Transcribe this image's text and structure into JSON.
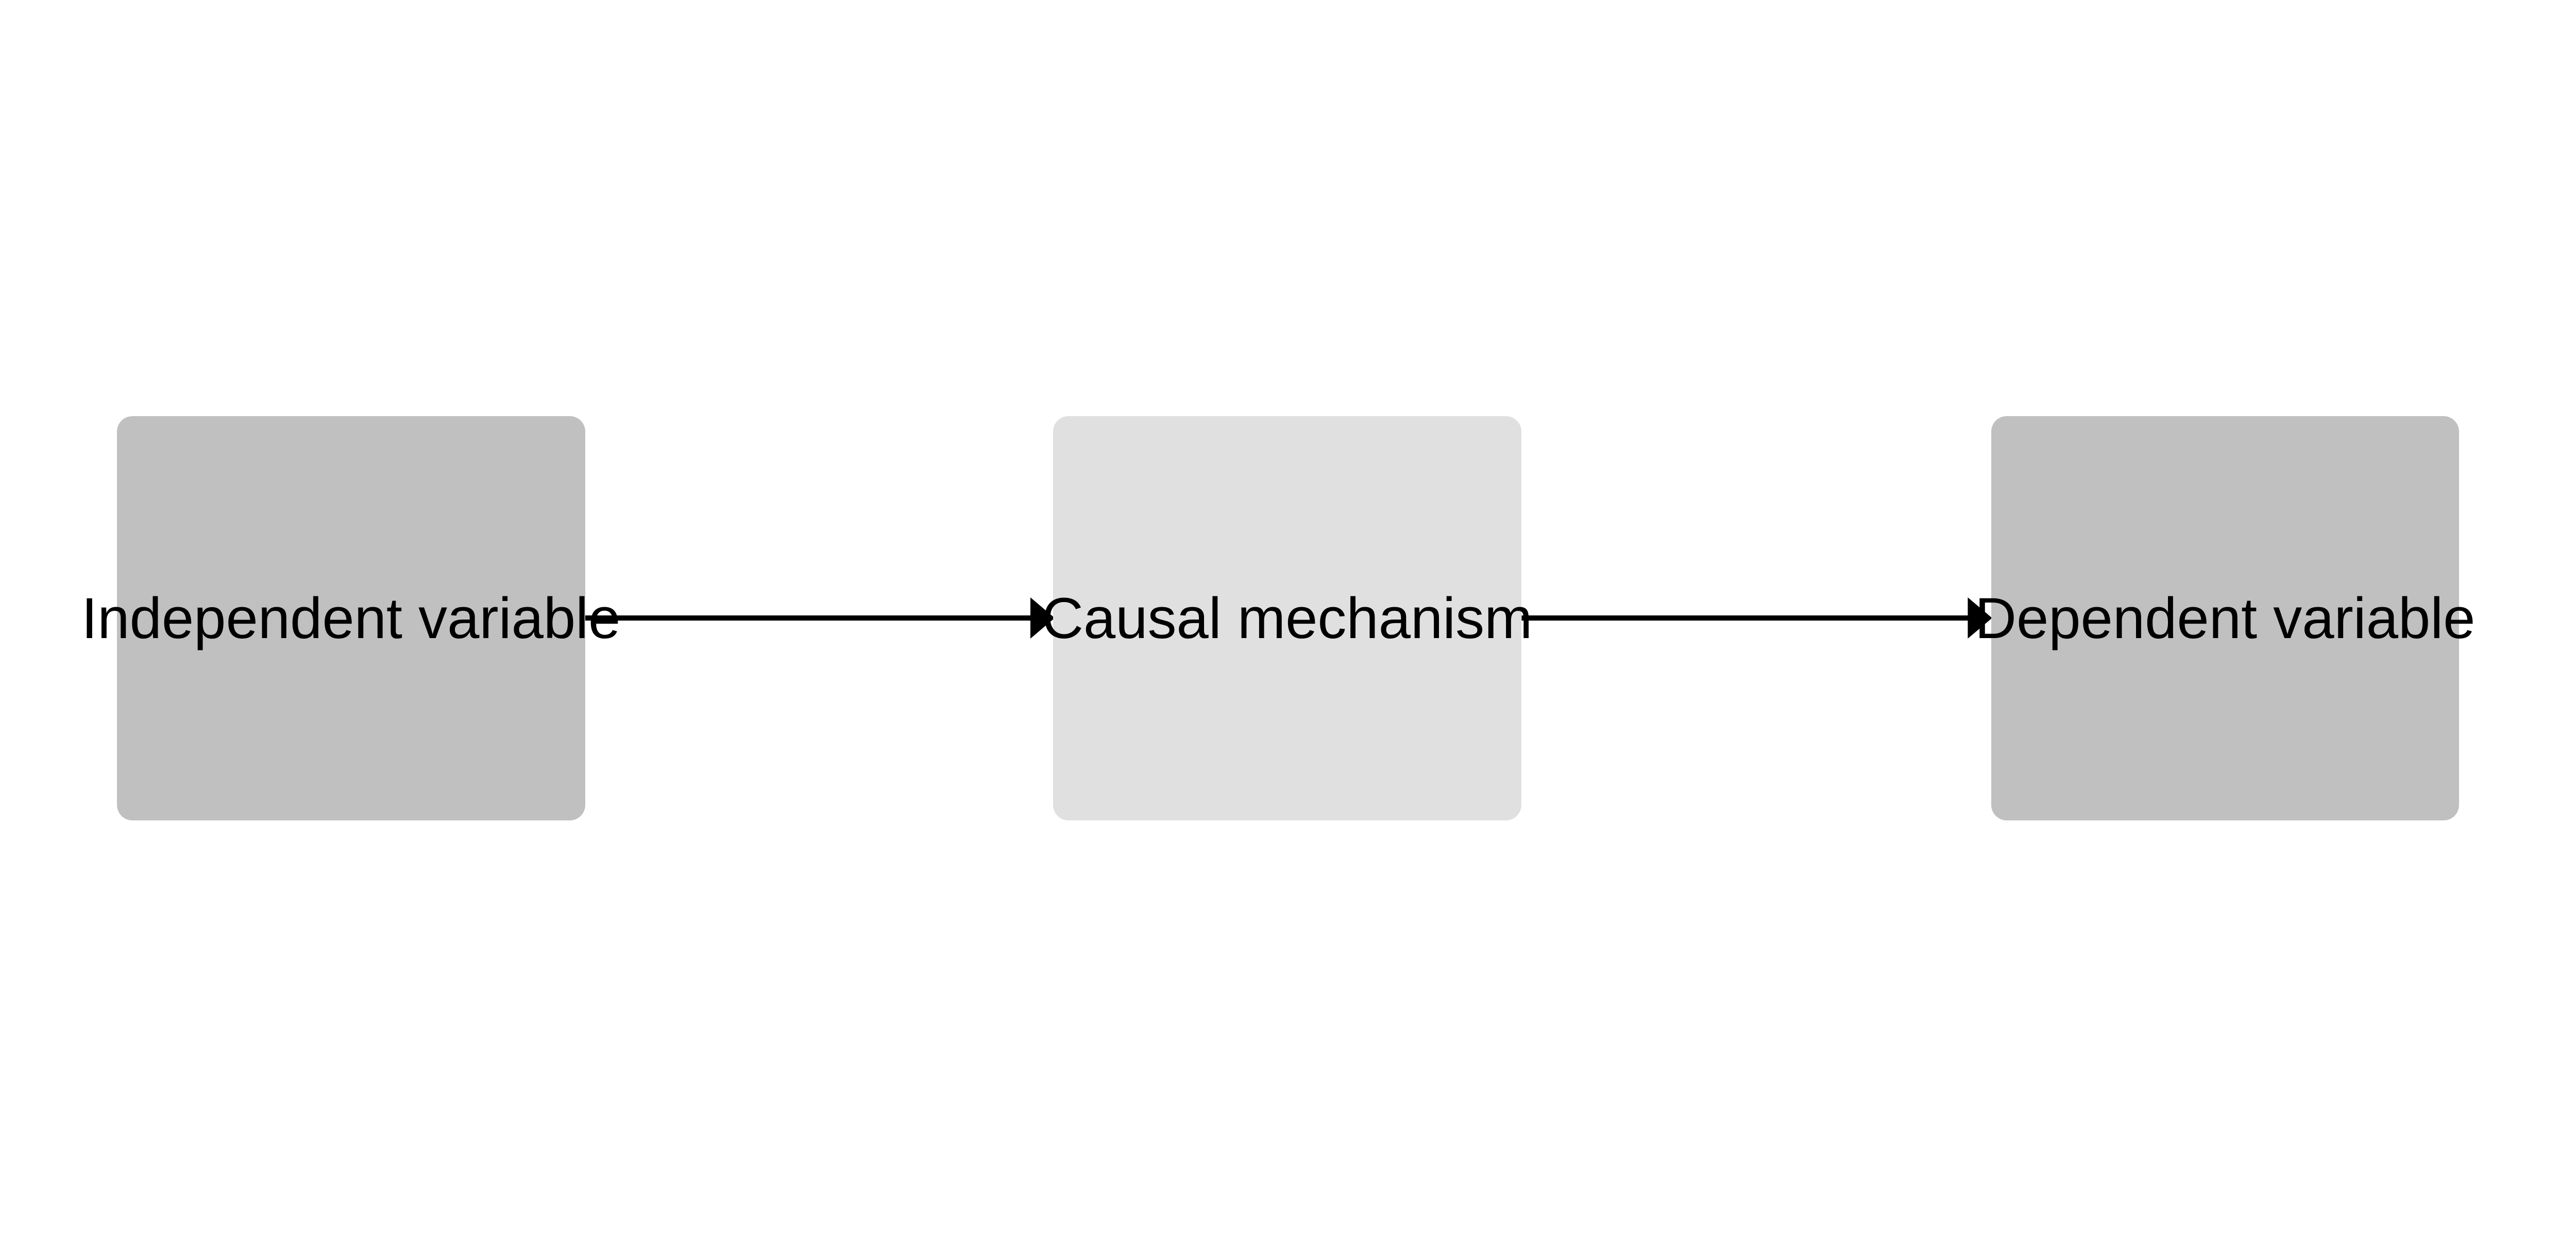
{
  "nodes": [
    {
      "label": "Independent variable",
      "fill": "#c0c0c0"
    },
    {
      "label": "Causal mechanism",
      "fill": "#e0e0e0"
    },
    {
      "label": "Dependent variable",
      "fill": "#c0c0c0"
    }
  ],
  "edges": [
    {
      "from": "Independent variable",
      "to": "Causal mechanism"
    },
    {
      "from": "Causal mechanism",
      "to": "Dependent variable"
    }
  ],
  "colors": {
    "edge": "#000000",
    "background": "#ffffff"
  }
}
